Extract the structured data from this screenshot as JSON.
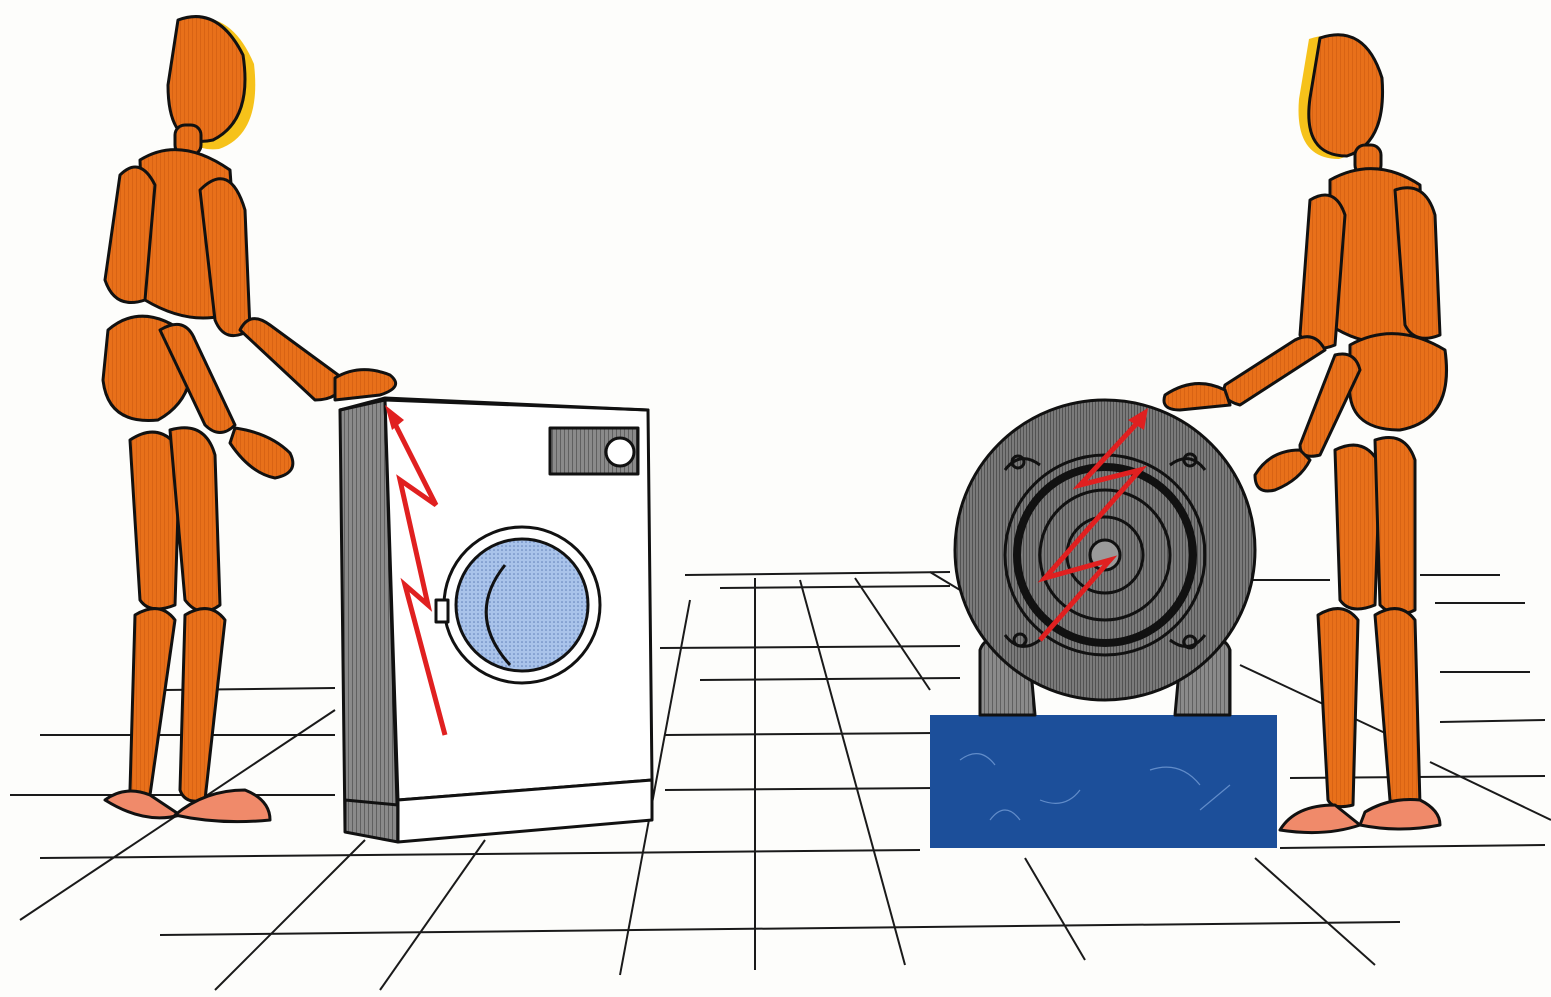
{
  "colors": {
    "background": "#fdfdfb",
    "figure": "#e8701a",
    "figure_shadow": "#f6c21a",
    "figure_feet": "#f08a6a",
    "washer_body": "#ffffff",
    "washer_side": "#9a9a9a",
    "washer_door_glass": "#9dbbe8",
    "motor_body": "#6e6e6e",
    "platform": "#1c4f9a",
    "shock_bolt": "#e02020",
    "floor_lines": "#1a1a1a"
  },
  "scene": {
    "left_figure": "wooden-mannequin",
    "washer": "washing-machine",
    "motor": "electric-motor",
    "platform": "insulating-base",
    "right_figure": "wooden-mannequin",
    "hazard_symbol": "electric-shock-bolt"
  }
}
